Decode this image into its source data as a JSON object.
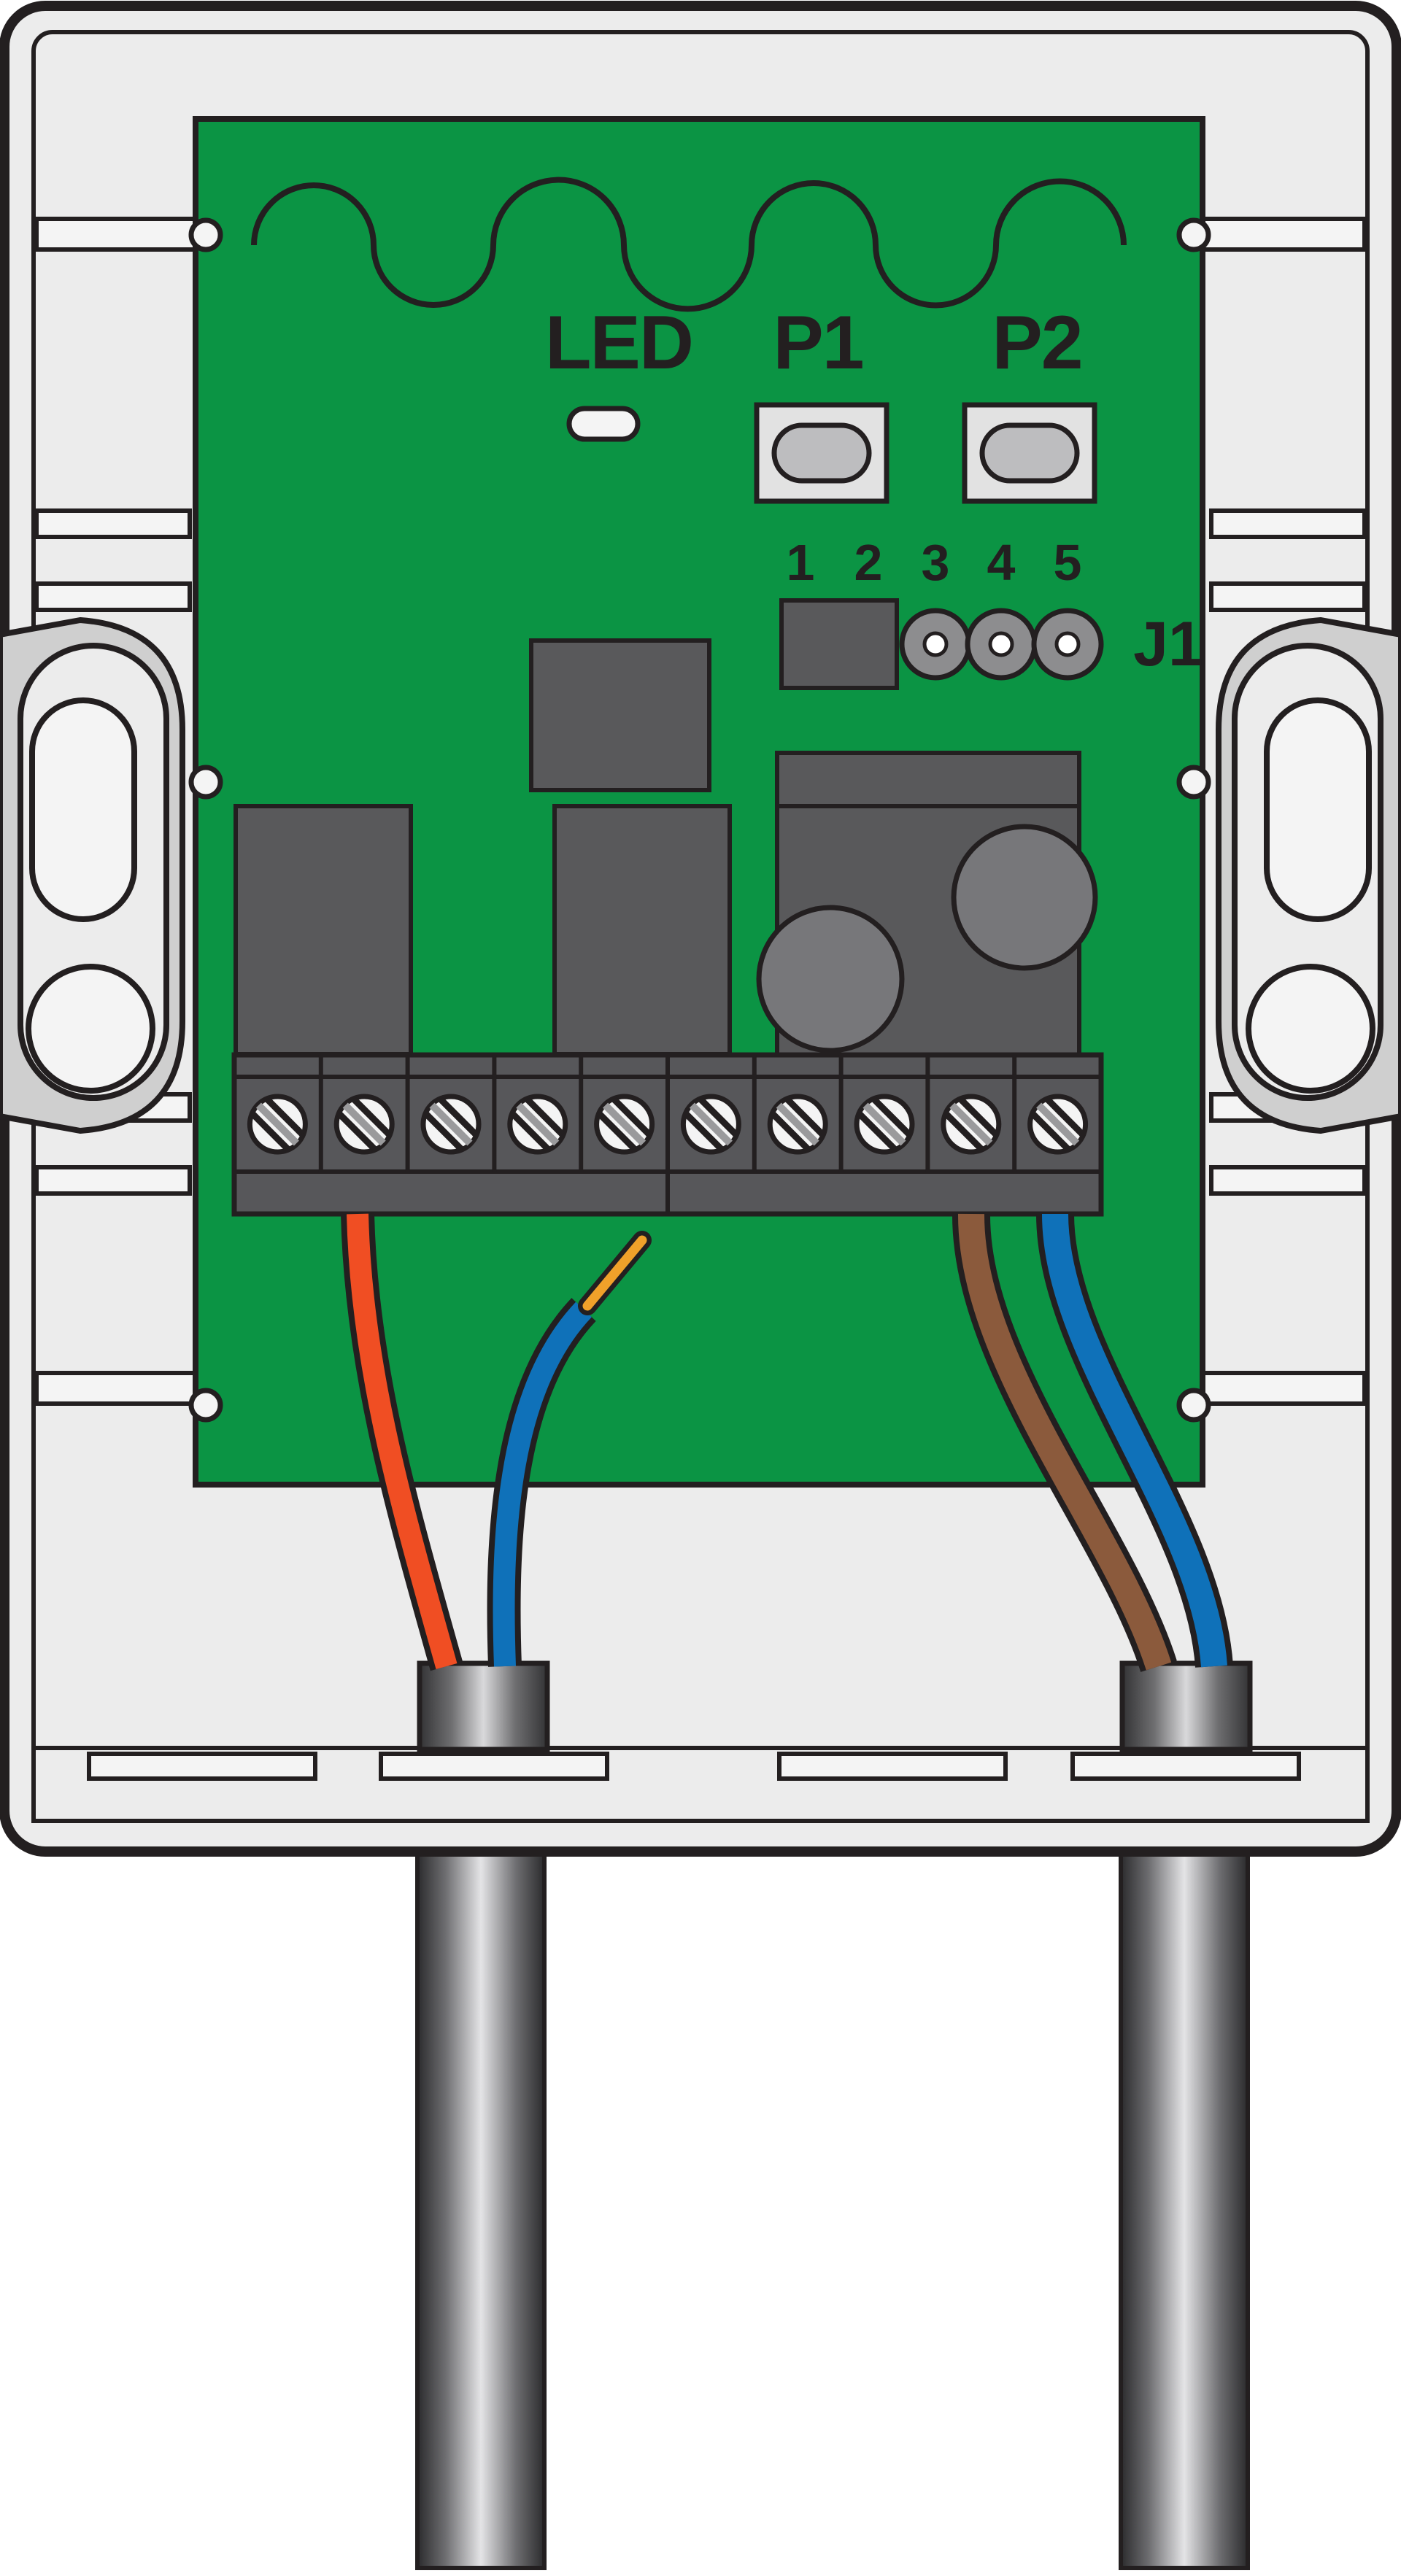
{
  "labels": {
    "led": "LED",
    "p1": "P1",
    "p2": "P2",
    "j1": "J1",
    "pins": [
      "1",
      "2",
      "3",
      "4",
      "5"
    ]
  },
  "colors": {
    "outline": "#231f20",
    "housing": "#ececec",
    "housing_light": "#f6f6f6",
    "side_lug": "#cfcfcf",
    "pcb": "#0b9444",
    "component": "#59595b",
    "capacitor": "#77777a",
    "terminal_body": "#57575a",
    "wire_red": "#f04e23",
    "wire_blue": "#0f71b9",
    "wire_brown": "#8b5a3c",
    "wire_tip": "#f0a12a",
    "cable": "#7a7a7c"
  },
  "terminal_count": 10
}
